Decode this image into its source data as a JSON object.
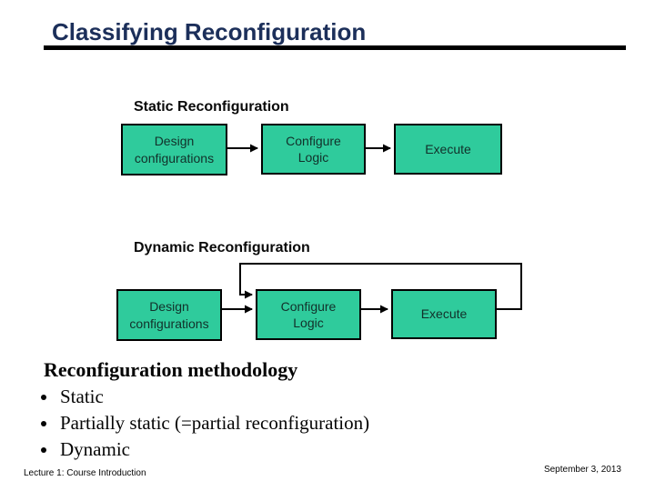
{
  "slide": {
    "title": "Classifying Reconfiguration"
  },
  "diagrams": [
    {
      "label": "Static Reconfiguration",
      "boxes": [
        {
          "label": "Design\nconfigurations"
        },
        {
          "label": "Configure\nLogic"
        },
        {
          "label": "Execute"
        }
      ]
    },
    {
      "label": "Dynamic Reconfiguration",
      "feedback_loop": "Execute output feeds back into Configure Logic",
      "boxes": [
        {
          "label": "Design\nconfigurations"
        },
        {
          "label": "Configure\nLogic"
        },
        {
          "label": "Execute"
        }
      ]
    }
  ],
  "body": {
    "heading": "Reconfiguration methodology",
    "bullets": [
      "Static",
      "Partially static (=partial reconfiguration)",
      "Dynamic"
    ]
  },
  "footer": {
    "left": "Lecture 1: Course Introduction",
    "right": "September 3, 2013"
  },
  "colors": {
    "box_green": "#2fcb9c",
    "title_navy": "#1c2f5a",
    "line_black": "#000000"
  }
}
